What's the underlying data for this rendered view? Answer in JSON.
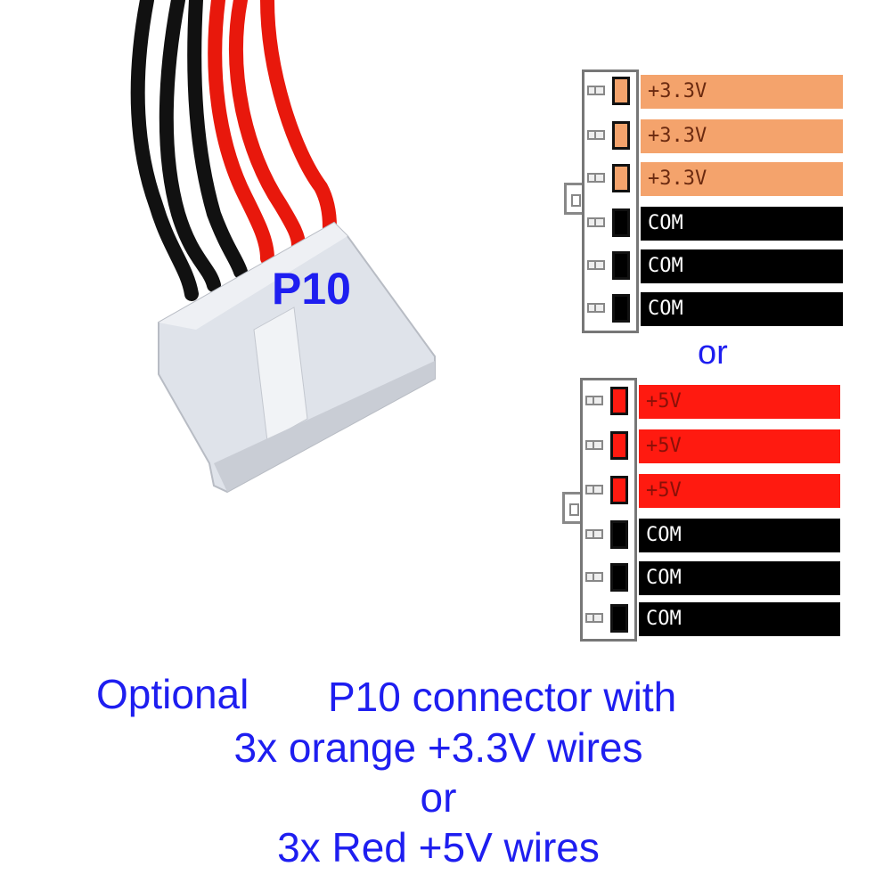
{
  "photo": {
    "label": "P10"
  },
  "pinout_33v": {
    "rows": [
      {
        "label": "+3.3V",
        "color": "#f4a36c"
      },
      {
        "label": "+3.3V",
        "color": "#f4a36c"
      },
      {
        "label": "+3.3V",
        "color": "#f4a36c"
      },
      {
        "label": "COM",
        "color": "#000000"
      },
      {
        "label": "COM",
        "color": "#000000"
      },
      {
        "label": "COM",
        "color": "#000000"
      }
    ]
  },
  "separator": "or",
  "pinout_5v": {
    "rows": [
      {
        "label": "+5V",
        "color": "#ff1a10"
      },
      {
        "label": "+5V",
        "color": "#ff1a10"
      },
      {
        "label": "+5V",
        "color": "#ff1a10"
      },
      {
        "label": "COM",
        "color": "#000000"
      },
      {
        "label": "COM",
        "color": "#000000"
      },
      {
        "label": "COM",
        "color": "#000000"
      }
    ]
  },
  "caption": {
    "line1a": "Optional",
    "line1b": "P10 connector with",
    "line2": "3x orange +3.3V wires",
    "line3": "or",
    "line4": "3x Red +5V wires"
  },
  "colors": {
    "text_blue": "#1e1ef0"
  }
}
